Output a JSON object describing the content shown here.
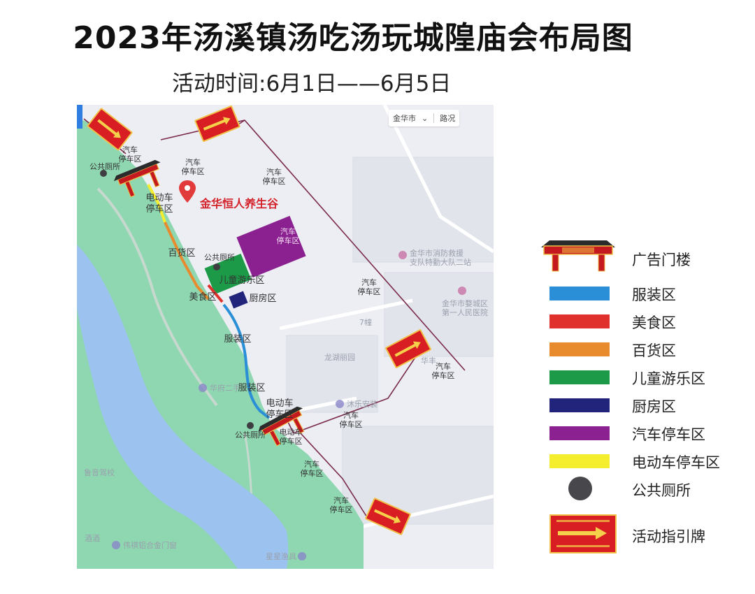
{
  "header": {
    "title": "2023年汤溪镇汤吃汤玩城隍庙会布局图",
    "subtitle": "活动时间:6月1日——6月5日"
  },
  "map": {
    "toolbar": {
      "city": "金华市",
      "city_caret": "⌄",
      "road_condition": "路况"
    },
    "poi_name": "金华恒人养生谷",
    "labels": {
      "car_park": "汽车停车区",
      "car_park_short": "汽车\n停车区",
      "ebike_park": "电动车\n停车区",
      "toilet": "公共厕所",
      "general_store": "百货区",
      "kids_zone": "儿童游乐区",
      "food_zone": "美食区",
      "kitchen": "厨房区",
      "clothing": "服装区"
    },
    "faint_labels": {
      "fire_brigade": "金华市消防救援\n支队特勤大队二站",
      "hospital": "金华市婺城区\n第一人民医院",
      "longhu": "龙湖丽园",
      "lane7": "7幢",
      "school": "沐乐安装",
      "huafeng": "华丰",
      "huafu": "华府二手",
      "weixin": "伟祺铝合金门窗",
      "xingxing": "星星渔具",
      "yinjiu": "酒酒",
      "luyin": "鲁音驾校"
    }
  },
  "legend": [
    {
      "id": "gate",
      "label": "广告门楼",
      "kind": "gate"
    },
    {
      "id": "clothing",
      "label": "服装区",
      "kind": "swatch",
      "color": "#2a8fd6"
    },
    {
      "id": "food",
      "label": "美食区",
      "kind": "swatch",
      "color": "#e0312c"
    },
    {
      "id": "general",
      "label": "百货区",
      "kind": "swatch",
      "color": "#e88a2e"
    },
    {
      "id": "kids",
      "label": "儿童游乐区",
      "kind": "swatch",
      "color": "#1c9a48"
    },
    {
      "id": "kitchen",
      "label": "厨房区",
      "kind": "swatch",
      "color": "#22237a"
    },
    {
      "id": "carpark",
      "label": "汽车停车区",
      "kind": "swatch",
      "color": "#8b2190"
    },
    {
      "id": "ebike",
      "label": "电动车停车区",
      "kind": "swatch",
      "color": "#f5ee2f"
    },
    {
      "id": "toilet",
      "label": "公共厕所",
      "kind": "dot",
      "color": "#48484c"
    },
    {
      "id": "sign",
      "label": "活动指引牌",
      "kind": "sign"
    }
  ],
  "colors": {
    "map_bg": "#edeef4",
    "green_area": "#8ed7b0",
    "river": "#9cc3ef",
    "road_line": "#7a2a4a",
    "gate_red": "#c41a1f",
    "gate_gold": "#f1c24a"
  }
}
